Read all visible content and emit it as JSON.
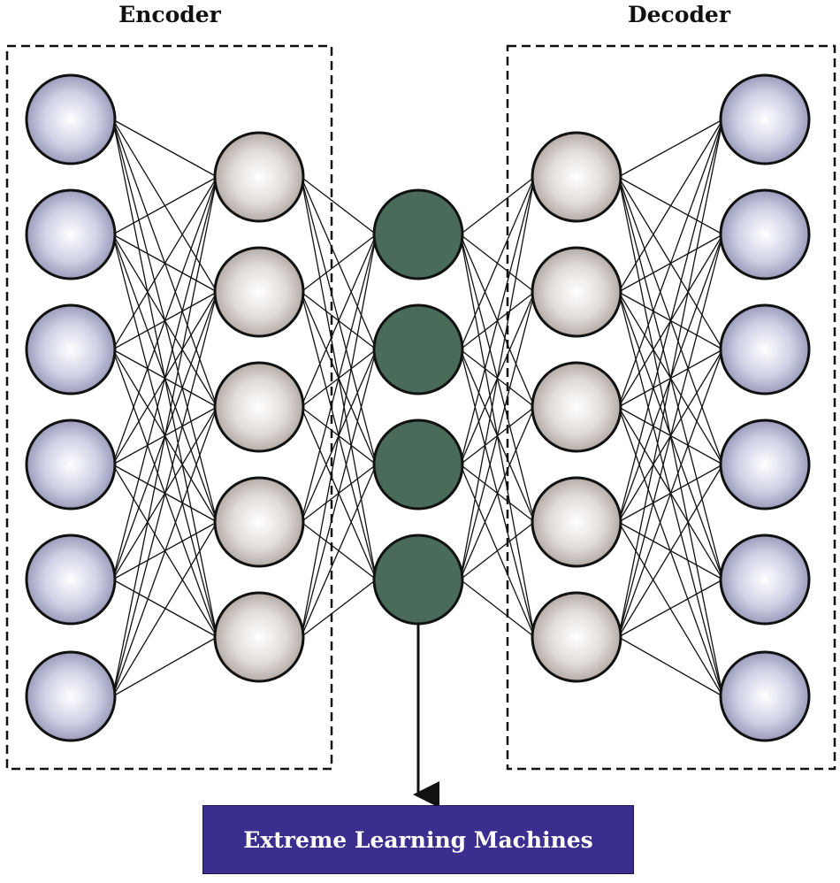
{
  "encoder": {
    "title": "Encoder"
  },
  "decoder": {
    "title": "Decoder"
  },
  "output": {
    "label": "Extreme Learning Machines"
  },
  "layers": [
    {
      "id": "input",
      "nodes": 6,
      "color": "#c9cbe3"
    },
    {
      "id": "encoder-hidden",
      "nodes": 5,
      "color": "#ddd8d4"
    },
    {
      "id": "bottleneck",
      "nodes": 4,
      "color": "#4a6b5a"
    },
    {
      "id": "decoder-hidden",
      "nodes": 5,
      "color": "#ddd8d4"
    },
    {
      "id": "output",
      "nodes": 6,
      "color": "#c9cbe3"
    }
  ],
  "colors": {
    "output_box": "#3a2f8e",
    "edges": "#111111",
    "node_border": "#111111"
  }
}
